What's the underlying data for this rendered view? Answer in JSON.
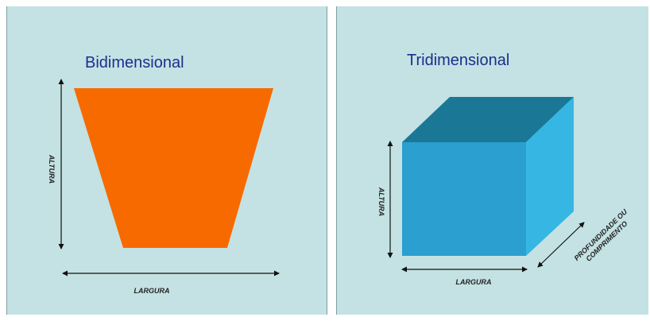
{
  "left_panel": {
    "title": "Bidimensional",
    "height_label": "ALTURA",
    "width_label": "LARGURA"
  },
  "right_panel": {
    "title": "Tridimensional",
    "height_label": "ALTURA",
    "width_label": "LARGURA",
    "depth_label_line1": "PROFUNDIDADE OU",
    "depth_label_line2": "COMPRIMENTO"
  },
  "colors": {
    "background": "#c4e2e3",
    "trapezoid_fill": "#f76a00",
    "cube_front": "#2b9fd0",
    "cube_top": "#1a7896",
    "cube_side": "#35b6e3",
    "title": "#1a2f8c"
  }
}
